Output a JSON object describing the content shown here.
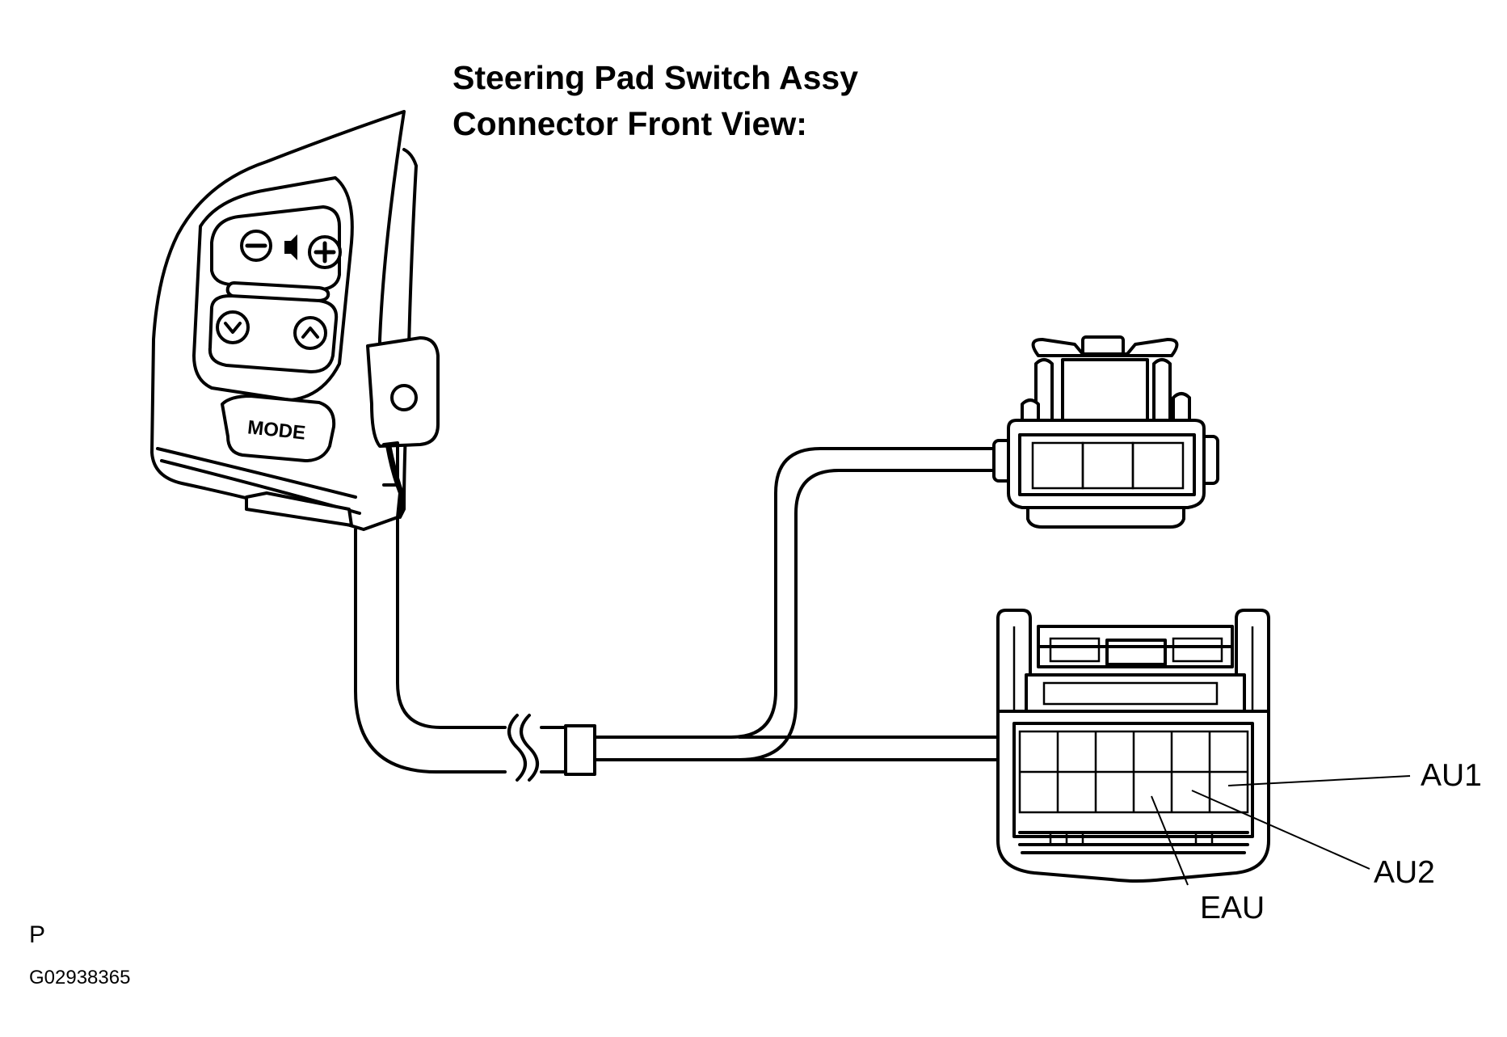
{
  "title": {
    "line1": "Steering Pad Switch Assy",
    "line2": "Connector Front View:"
  },
  "switch": {
    "mode_label": "MODE"
  },
  "callouts": [
    {
      "id": "au1",
      "label": "AU1"
    },
    {
      "id": "au2",
      "label": "AU2"
    },
    {
      "id": "eau",
      "label": "EAU"
    }
  ],
  "footer": {
    "view_code": "P",
    "figure_id": "G02938365"
  }
}
